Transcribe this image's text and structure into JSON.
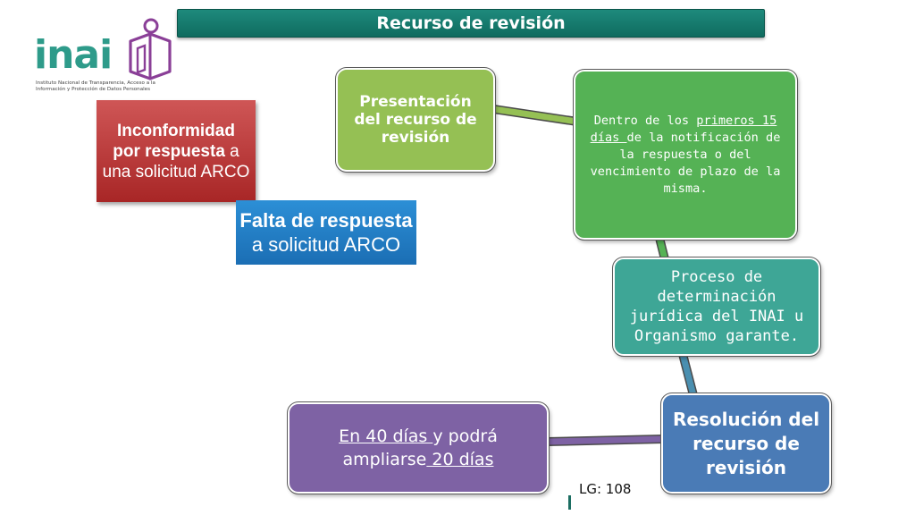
{
  "header": {
    "title": "Recurso de revisión"
  },
  "logo": {
    "word": "inai",
    "subtitle": "Instituto Nacional de Transparencia, Acceso a la Información y Protección de Datos Personales"
  },
  "side_boxes": {
    "inconformidad": {
      "bold": "Inconformidad por respuesta",
      "rest": " a una solicitud ARCO"
    },
    "falta": {
      "bold": "Falta de respuesta",
      "rest": "a solicitud ARCO"
    }
  },
  "nodes": {
    "presentacion": {
      "text": "Presentación del recurso de revisión"
    },
    "plazo": {
      "pre": "Dentro de los ",
      "underlined": "primeros 15 días ",
      "post": "de la notificación de la respuesta o del vencimiento de plazo de la misma."
    },
    "proceso": {
      "text": "Proceso de determinación jurídica del INAI u Organismo garante."
    },
    "resolucion": {
      "text": "Resolución del recurso de revisión"
    },
    "plazo_resolucion": {
      "u1": "En 40 días ",
      "mid": "y podrá ampliarse",
      "u2": " 20 días"
    }
  },
  "footer": {
    "reference": "LG: 108"
  },
  "colors": {
    "title_bar": "#137a6d",
    "presentacion": "#95c054",
    "plazo": "#55b255",
    "proceso": "#3ea696",
    "resolucion": "#4a7bb6",
    "plazo_resolucion": "#7e62a4",
    "inconformidad": "#b83232",
    "falta": "#2280c8",
    "logo": "#2e9b8a"
  }
}
